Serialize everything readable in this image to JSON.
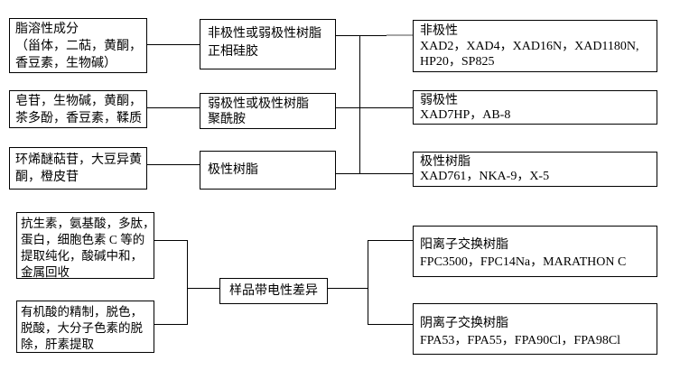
{
  "colors": {
    "border": "#000000",
    "connector": "#000000",
    "connector_gray": "#a6a6a6",
    "background": "#ffffff",
    "text": "#000000"
  },
  "flowchart": {
    "left": {
      "lipid_soluble": {
        "lines": [
          "脂溶性成分",
          "（甾体，二萜，黄酮，",
          "香豆素，生物碱）"
        ]
      },
      "saponins": {
        "lines": [
          "皂苷，生物碱，黄酮，",
          "茶多酚，香豆素，鞣质"
        ]
      },
      "iridoids": {
        "lines": [
          "环烯醚萜苷，大豆异黄",
          "酮，橙皮苷"
        ]
      },
      "antibiotics": {
        "lines": [
          "抗生素，氨基酸，多肽，",
          "蛋白，细胞色素 C 等的",
          "提取纯化，酸碱中和，",
          "金属回收"
        ]
      },
      "organic_acids": {
        "lines": [
          "有机酸的精制，脱色，",
          "脱酸，大分子色素的脱",
          "除，肝素提取"
        ]
      }
    },
    "middle": {
      "nonpolar_or_weak": {
        "lines": [
          "非极性或弱极性树脂",
          "正相硅胶"
        ]
      },
      "weak_or_polar": {
        "lines": [
          "弱极性或极性树脂",
          "聚酰胺"
        ]
      },
      "polar": {
        "lines": [
          "极性树脂"
        ]
      },
      "charge_difference": {
        "lines": [
          "样品带电性差异"
        ]
      }
    },
    "right": {
      "nonpolar": {
        "lines": [
          "非极性",
          "XAD2，XAD4，XAD16N，XAD1180N,",
          "HP20，SP825"
        ]
      },
      "weak_polar": {
        "lines": [
          "弱极性",
          "XAD7HP，AB-8"
        ]
      },
      "polar_resin": {
        "lines": [
          "极性树脂",
          "XAD761，NKA-9，X-5"
        ]
      },
      "cation_exchange": {
        "lines": [
          "阳离子交换树脂",
          "FPC3500，FPC14Na，MARATHON C"
        ]
      },
      "anion_exchange": {
        "lines": [
          "阴离子交换树脂",
          "FPA53，FPA55，FPA90Cl，FPA98Cl"
        ]
      }
    }
  }
}
